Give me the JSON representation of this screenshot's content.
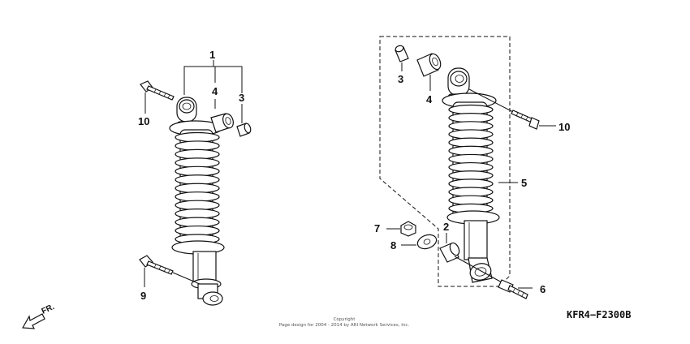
{
  "diagram": {
    "callouts": {
      "left_1": "1",
      "left_4": "4",
      "left_3": "3",
      "left_10": "10",
      "left_9": "9",
      "right_3": "3",
      "right_4": "4",
      "right_10": "10",
      "right_5": "5",
      "right_7": "7",
      "right_2": "2",
      "right_8": "8",
      "right_6": "6"
    },
    "direction_label": "FR.",
    "diagram_code": "KFR4−F2300B",
    "copyright": {
      "line1": "Copyright",
      "line2": "Page design for 2004 - 2014 by ARI Network Services, Inc."
    }
  }
}
